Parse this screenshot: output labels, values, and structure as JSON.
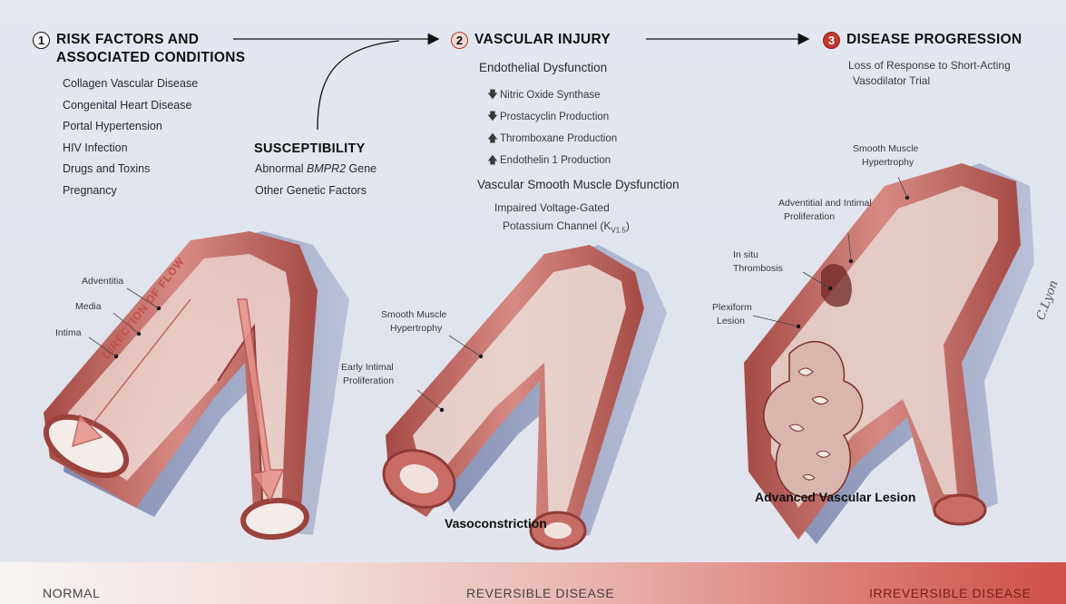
{
  "steps": [
    {
      "number": "1",
      "title_line1": "RISK FACTORS AND",
      "title_line2": "ASSOCIATED CONDITIONS"
    },
    {
      "number": "2",
      "title": "VASCULAR INJURY"
    },
    {
      "number": "3",
      "title": "DISEASE PROGRESSION"
    }
  ],
  "risk_factors": [
    "Collagen Vascular Disease",
    "Congenital Heart Disease",
    "Portal Hypertension",
    "HIV Infection",
    "Drugs and Toxins",
    "Pregnancy"
  ],
  "susceptibility": {
    "title": "SUSCEPTIBILITY",
    "line1_prefix": "Abnormal ",
    "line1_gene": "BMPR2",
    "line1_suffix": " Gene",
    "line2": "Other Genetic Factors"
  },
  "vascular_injury": {
    "endothelial_title": "Endothelial Dysfunction",
    "items": [
      {
        "direction": "down",
        "label": "Nitric Oxide Synthase"
      },
      {
        "direction": "down",
        "label": "Prostacyclin Production"
      },
      {
        "direction": "up",
        "label": "Thromboxane Production"
      },
      {
        "direction": "up",
        "label": "Endothelin 1 Production"
      }
    ],
    "smooth_muscle_title": "Vascular Smooth Muscle Dysfunction",
    "channel_line1": "Impaired Voltage-Gated",
    "channel_line2_prefix": "Potassium Channel (K",
    "channel_sub": "V1.5",
    "channel_line2_suffix": ")"
  },
  "progression": {
    "line1": "Loss of Response to Short-Acting",
    "line2": "Vasodilator Trial"
  },
  "labels": {
    "adventitia": "Adventitia",
    "media": "Media",
    "intima": "Intima",
    "flow": "DIRECTION OF FLOW",
    "smooth_muscle_hypertrophy_1": "Smooth Muscle",
    "smooth_muscle_hypertrophy_2": "Hypertrophy",
    "early_intimal_1": "Early Intimal",
    "early_intimal_2": "Proliferation",
    "smooth_muscle_adv_1": "Smooth Muscle",
    "smooth_muscle_adv_2": "Hypertrophy",
    "adventitial_1": "Adventitial and Intimal",
    "adventitial_2": "Proliferation",
    "in_situ_1": "In situ",
    "in_situ_2": "Thrombosis",
    "plexiform_1": "Plexiform",
    "plexiform_2": "Lesion",
    "signature": "C.Lyon"
  },
  "captions": {
    "vasoconstriction": "Vasoconstriction",
    "advanced": "Advanced Vascular Lesion"
  },
  "bottom_bar": {
    "normal": "NORMAL",
    "reversible": "REVERSIBLE DISEASE",
    "irreversible": "IRREVERSIBLE DISEASE"
  },
  "colors": {
    "vessel_wall": "#c9726c",
    "vessel_dark": "#8f3a36",
    "lumen": "#e6d3cf",
    "step3_badge": "#c0392b",
    "background": "#e1e5ee"
  }
}
